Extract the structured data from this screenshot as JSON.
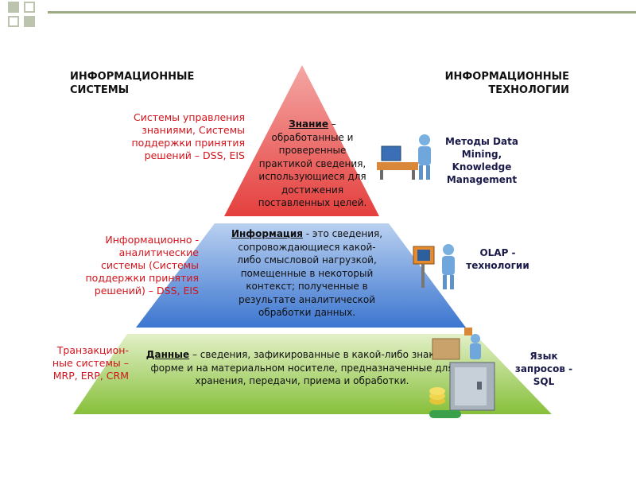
{
  "headers": {
    "left": "ИНФОРМАЦИОННЫЕ СИСТЕМЫ",
    "right": "ИНФОРМАЦИОННЫЕ ТЕХНОЛОГИИ"
  },
  "tiers": {
    "knowledge": {
      "term": "Знание",
      "text": " – обработанные и проверенные практикой сведения, использующиеся для достижения поставленных целей.",
      "color": "#e8403f"
    },
    "information": {
      "term": "Информация",
      "text": " - это сведения, сопровождающиеся какой-либо смысловой нагрузкой, помещенные в некоторый контекст; полученные в результате аналитической обработки данных.",
      "color": "#3f79cf"
    },
    "data": {
      "term": "Данные",
      "text": " – сведения, зафикированные в какой-либо знаковой форме и на материальном носителе, предназначенные для хранения, передачи, приема и обработки.",
      "color": "#8cc33f"
    }
  },
  "left_labels": {
    "top": "Системы управления знаниями, Системы поддержки принятия решений – DSS, EIS",
    "middle": "Информационно - аналитические системы (Системы поддержки принятия решений) – DSS, EIS",
    "bottom": "Транзакцион-ные системы – MRP, ERP, CRM"
  },
  "right_labels": {
    "top": "Методы Data Mining, Knowledge Management",
    "middle": "OLAP - технологии",
    "bottom": "Язык запросов - SQL"
  },
  "icons": [
    "analyst-figure-icon",
    "olap-figure-icon",
    "server-worker-icon"
  ]
}
